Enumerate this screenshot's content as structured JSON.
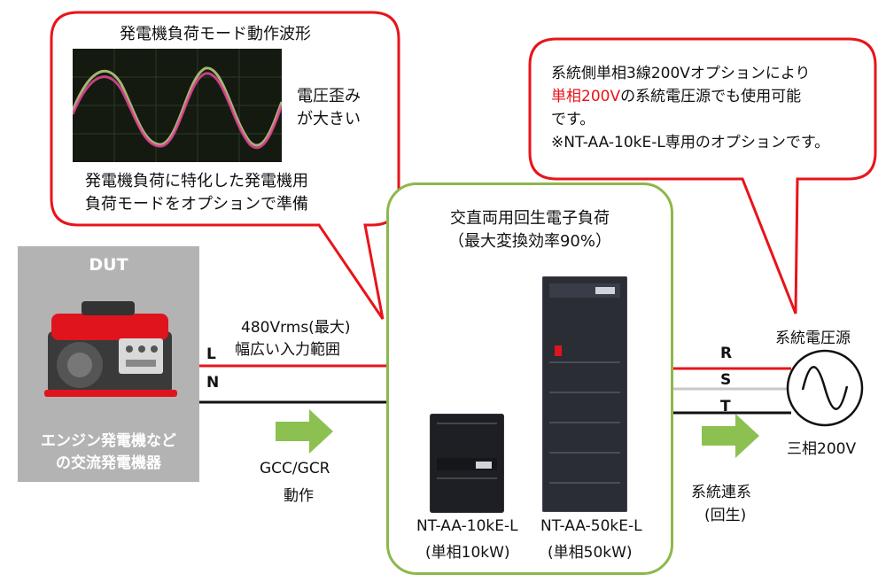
{
  "bubble_left": {
    "title": "発電機負荷モード動作波形",
    "wave_note_line1": "電圧歪み",
    "wave_note_line2": "が大きい",
    "desc_line1": "発電機負荷に特化した発電機用",
    "desc_line2": "負荷モードをオプションで準備"
  },
  "bubble_right": {
    "line1": "系統側単相3線200Vオプションにより",
    "line2_red": "単相200V",
    "line2_rest": "の系統電圧源でも使用可能",
    "line3": "です。",
    "line4": "※NT-AA-10kE-L専用のオプションです。"
  },
  "dut": {
    "title": "DUT",
    "desc_line1": "エンジン発電機など",
    "desc_line2": "の交流発電機器"
  },
  "input": {
    "voltage": "480Vrms(最大)",
    "range": "幅広い入力範囲",
    "line_l": "L",
    "line_n": "N",
    "operation_line1": "GCC/GCR",
    "operation_line2": "動作"
  },
  "center": {
    "title_line1": "交直両用回生電子負荷",
    "title_line2": "（最大変換効率90%）",
    "model_small": "NT-AA-10kE-L",
    "model_small_power": "(単相10kW)",
    "model_big": "NT-AA-50kE-L",
    "model_big_power": "(単相50kW)"
  },
  "grid": {
    "title": "系統電圧源",
    "phase_r": "R",
    "phase_s": "S",
    "phase_t": "T",
    "voltage": "三相200V",
    "regen_line1": "系統連系",
    "regen_line2": "(回生)"
  },
  "colors": {
    "bubble_border": "#e8141a",
    "highlight_text": "#e8141a",
    "line_hot": "#e8141a",
    "line_neutral": "#111111",
    "line_s": "#c8c8c8",
    "arrow": "#8cc152",
    "frame": "#8cb84b",
    "dut_bg": "#b3b3b3"
  },
  "icons": {
    "dut_image": "engine-generator-icon",
    "source_symbol": "ac-source-icon",
    "flow_arrow": "right-arrow-icon"
  }
}
